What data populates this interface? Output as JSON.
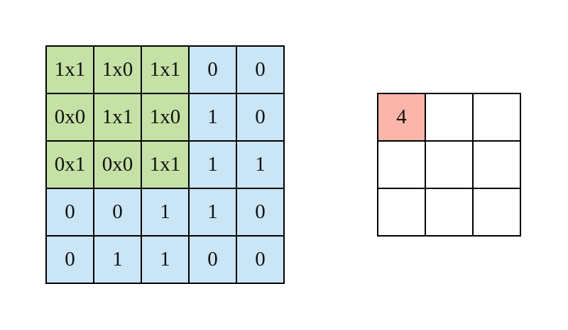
{
  "figure": {
    "colors": {
      "background": "#ffffff",
      "grid_line": "#000000",
      "kernel_cell": "#c5e1a5",
      "input_cell": "#cae5f6",
      "output_highlight_cell": "#fbb5aa",
      "output_empty_cell": "#ffffff",
      "text": "#111111"
    },
    "input_matrix": {
      "rows": 5,
      "cols": 5,
      "cells": [
        {
          "text": "1x1",
          "type": "kernel"
        },
        {
          "text": "1x0",
          "type": "kernel"
        },
        {
          "text": "1x1",
          "type": "kernel"
        },
        {
          "text": "0",
          "type": "input"
        },
        {
          "text": "0",
          "type": "input"
        },
        {
          "text": "0x0",
          "type": "kernel"
        },
        {
          "text": "1x1",
          "type": "kernel"
        },
        {
          "text": "1x0",
          "type": "kernel"
        },
        {
          "text": "1",
          "type": "input"
        },
        {
          "text": "0",
          "type": "input"
        },
        {
          "text": "0x1",
          "type": "kernel"
        },
        {
          "text": "0x0",
          "type": "kernel"
        },
        {
          "text": "1x1",
          "type": "kernel"
        },
        {
          "text": "1",
          "type": "input"
        },
        {
          "text": "1",
          "type": "input"
        },
        {
          "text": "0",
          "type": "input"
        },
        {
          "text": "0",
          "type": "input"
        },
        {
          "text": "1",
          "type": "input"
        },
        {
          "text": "1",
          "type": "input"
        },
        {
          "text": "0",
          "type": "input"
        },
        {
          "text": "0",
          "type": "input"
        },
        {
          "text": "1",
          "type": "input"
        },
        {
          "text": "1",
          "type": "input"
        },
        {
          "text": "0",
          "type": "input"
        },
        {
          "text": "0",
          "type": "input"
        }
      ]
    },
    "output_matrix": {
      "rows": 3,
      "cols": 3,
      "cells": [
        {
          "text": "4",
          "type": "highlight"
        },
        {
          "text": "",
          "type": "empty"
        },
        {
          "text": "",
          "type": "empty"
        },
        {
          "text": "",
          "type": "empty"
        },
        {
          "text": "",
          "type": "empty"
        },
        {
          "text": "",
          "type": "empty"
        },
        {
          "text": "",
          "type": "empty"
        },
        {
          "text": "",
          "type": "empty"
        },
        {
          "text": "",
          "type": "empty"
        }
      ]
    }
  }
}
